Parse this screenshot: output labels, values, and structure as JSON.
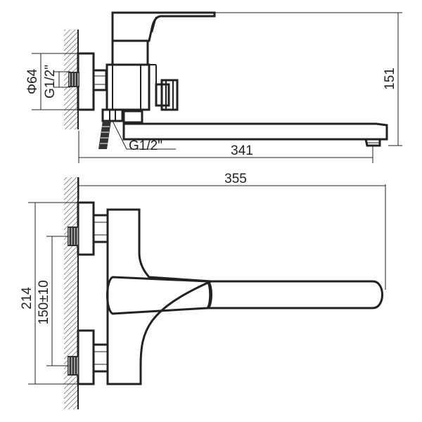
{
  "drawing": {
    "top_view": {
      "dim_height": "151",
      "dim_length": "341",
      "dim_diameter": "Φ64",
      "thread_top": "G1/2\"",
      "thread_bottom": "G1/2\""
    },
    "front_view": {
      "dim_length": "355",
      "dim_height": "214",
      "dim_spacing": "150±10"
    }
  }
}
